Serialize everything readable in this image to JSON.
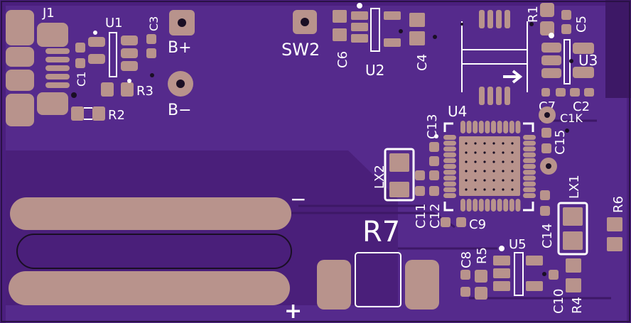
{
  "board": {
    "colors": {
      "substrate": "#4b1f7e",
      "copper": "#5a2a94",
      "pad": "#b8938c",
      "silk": "#ffffff",
      "via": "#1a0f24"
    }
  },
  "labels": {
    "j1": "J1",
    "u1": "U1",
    "c3": "C3",
    "c1": "C1",
    "r3": "R3",
    "r2": "R2",
    "bplus": "B+",
    "bminus": "B−",
    "sw2": "SW2",
    "c6": "C6",
    "u2": "U2",
    "c4": "C4",
    "r1": "R1",
    "c5": "C5",
    "u3": "U3",
    "c7": "C7",
    "c2": "C2",
    "c1k": "C1K",
    "u4": "U4",
    "c13": "C13",
    "c15": "C15",
    "lx2": "LX2",
    "lx1": "LX1",
    "r6": "R6",
    "c11": "C11",
    "c12": "C12",
    "c9": "C9",
    "c14": "C14",
    "r7": "R7",
    "c8": "C8",
    "r5": "R5",
    "u5": "U5",
    "c10": "C10",
    "r4": "R4",
    "minus": "−",
    "plus": "+"
  }
}
